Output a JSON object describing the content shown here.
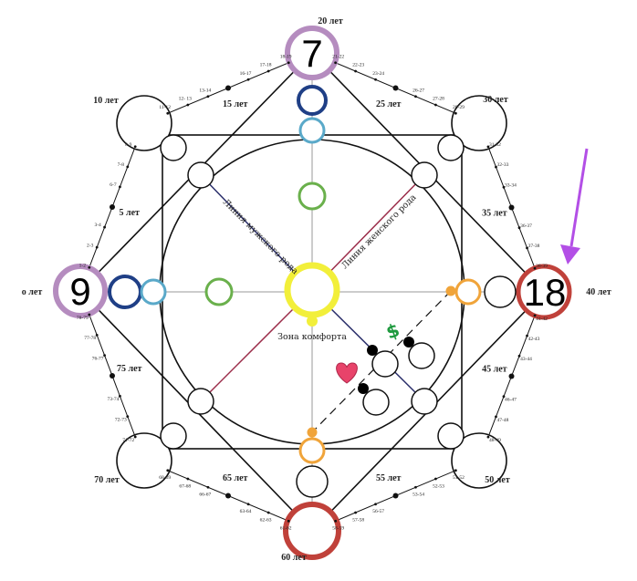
{
  "points": {
    "top": "7",
    "left": "9",
    "right": "18",
    "bottom": ""
  },
  "labels": {
    "male_line": "Линия мужского рода",
    "female_line": "Линия женского рода",
    "comfort_zone": "Зона комфорта"
  },
  "age_anchors": {
    "a0": "о лет",
    "a10": "10 лет",
    "a20": "20 лет",
    "a30": "30 лет",
    "a40": "40 лет",
    "a50": "50 лет",
    "a60": "60 лет",
    "a70": "70 лет"
  },
  "segments": [
    {
      "items": [
        "1-2",
        "2-3",
        "3-4",
        "5 лет",
        "6-7",
        "7-8",
        "8-9"
      ]
    },
    {
      "items": [
        "11-12",
        "12- 13",
        "13-14",
        "15 лет",
        "16-17",
        "17-18",
        "18-19"
      ]
    },
    {
      "items": [
        "21-22",
        "22-23",
        "23-24",
        "25 лет",
        "26-27",
        "27-28",
        "28-29"
      ]
    },
    {
      "items": [
        "31-32",
        "32-33",
        "33-34",
        "35 лет",
        "36-37",
        "37-38",
        "38-39"
      ]
    },
    {
      "items": [
        "41-42",
        "42-43",
        "43-44",
        "45 лет",
        "46-47",
        "47-48",
        "48-49"
      ]
    },
    {
      "items": [
        "51-52",
        "52-53",
        "53-54",
        "55 лет",
        "56-57",
        "57-58",
        "58-59"
      ]
    },
    {
      "items": [
        "61-62",
        "62-63",
        "63-64",
        "65 лет",
        "66-67",
        "67-68",
        "68-69"
      ]
    },
    {
      "items": [
        "71-72",
        "72-73",
        "73-74",
        "75 лет",
        "76-77",
        "77-78",
        "78-79"
      ]
    }
  ],
  "icons": {
    "heart": "heart-icon",
    "dollar": "dollar-icon",
    "arrow": "arrow-icon"
  },
  "colors": {
    "purple": "#b58cbf",
    "red": "#c0413a",
    "navy": "#1f3f86",
    "lightblue": "#5aa9c9",
    "green": "#6ab04c",
    "yellow": "#f2ef3a",
    "orange": "#f0a43a",
    "arrow": "#b34fe6",
    "heart": "#e8436a",
    "dollar": "#1f9a3f"
  }
}
